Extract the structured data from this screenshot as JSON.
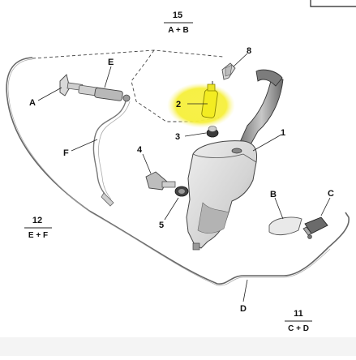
{
  "callouts": {
    "c1": "1",
    "c2": "2",
    "c3": "3",
    "c4": "4",
    "c5": "5",
    "c8": "8",
    "cA": "A",
    "cB": "B",
    "cC": "C",
    "cD": "D",
    "cE": "E",
    "cF": "F"
  },
  "refs": {
    "r15": {
      "number": "15",
      "label": "A + B"
    },
    "r12": {
      "number": "12",
      "label": "E + F"
    },
    "r11": {
      "number": "11",
      "label": "C + D"
    }
  },
  "colors": {
    "highlight": "#f5ee1f",
    "highlight_glow": "#fbf6a6",
    "part_fill": "#e6e6e6",
    "part_shade": "#bdbdbd",
    "line": "#555555"
  },
  "icons": {
    "pump": "washer-pump-icon",
    "reservoir": "washer-reservoir-icon",
    "nozzle": "washer-nozzle-icon"
  }
}
